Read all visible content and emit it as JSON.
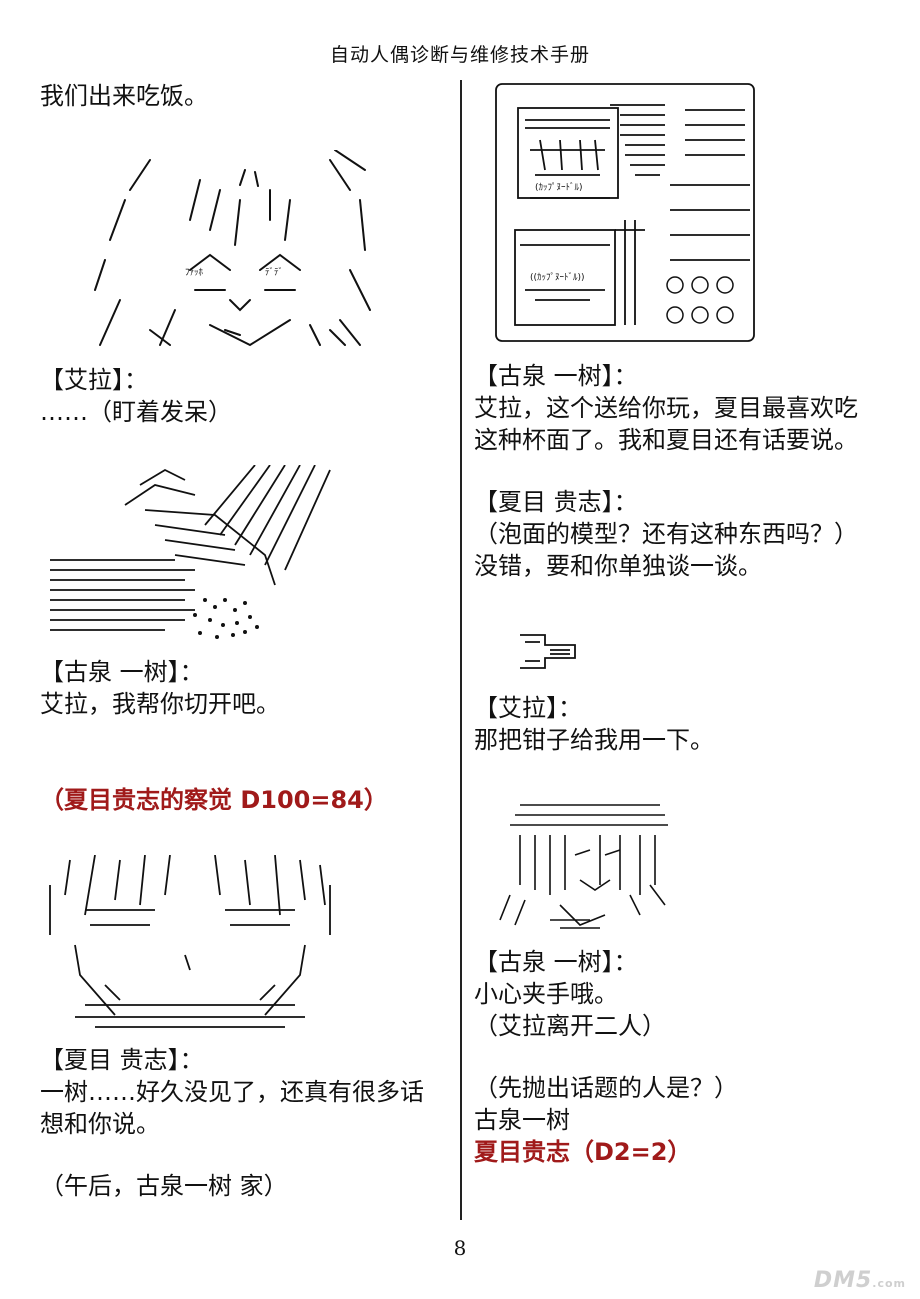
{
  "header": {
    "title": "自动人偶诊断与维修技术手册"
  },
  "left": {
    "l1": "我们出来吃饭。",
    "l2": "【艾拉】：",
    "l3": "……（盯着发呆）",
    "l4": "【古泉 一树】：",
    "l5": "艾拉，我帮你切开吧。",
    "l6": "（夏目贵志的察觉 D100=84）",
    "l7": "【夏目 贵志】：",
    "l8": "一树……好久没见了，还真有很多话",
    "l9": "想和你说。",
    "l10": "（午后，古泉一树 家）"
  },
  "right": {
    "art_label_1": "(ｶｯﾌﾟﾇｰﾄﾞﾙ)",
    "art_label_2": "((ｶｯﾌﾟﾇｰﾄﾞﾙ))",
    "r1": "【古泉 一树】：",
    "r2": "艾拉，这个送给你玩，夏目最喜欢吃",
    "r3": "这种杯面了。我和夏目还有话要说。",
    "r4": "【夏目 贵志】：",
    "r5": "（泡面的模型？还有这种东西吗？）",
    "r6": "没错，要和你单独谈一谈。",
    "r7": "【艾拉】：",
    "r8": "那把钳子给我用一下。",
    "r9": "【古泉 一树】：",
    "r10": "小心夹手哦。",
    "r11": "（艾拉离开二人）",
    "r12": "（先抛出话题的人是？）",
    "r13": "古泉一树",
    "r14": "夏目贵志（D2=2）"
  },
  "footer": {
    "page_number": "8",
    "watermark": "DM5",
    "watermark_sub": ".com"
  },
  "colors": {
    "accent_red": "#a01a1a",
    "text": "#111111",
    "watermark": "#cfcfcf"
  }
}
